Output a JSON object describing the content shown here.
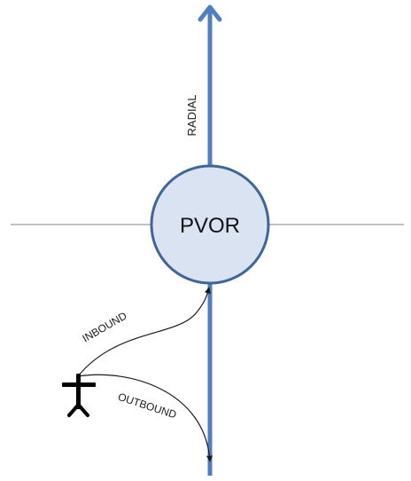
{
  "station": {
    "label": "PVOR"
  },
  "labels": {
    "radial": "RADIAL",
    "inbound": "INBOUND",
    "outbound": "OUTBOUND"
  },
  "colors": {
    "radial_line": "#4F7FC0",
    "station_fill": "#D9E3F2",
    "station_stroke": "#3F6697",
    "reference_line": "#808080",
    "path_line": "#1a1a1a"
  },
  "icons": {
    "aircraft": "aircraft-icon"
  }
}
